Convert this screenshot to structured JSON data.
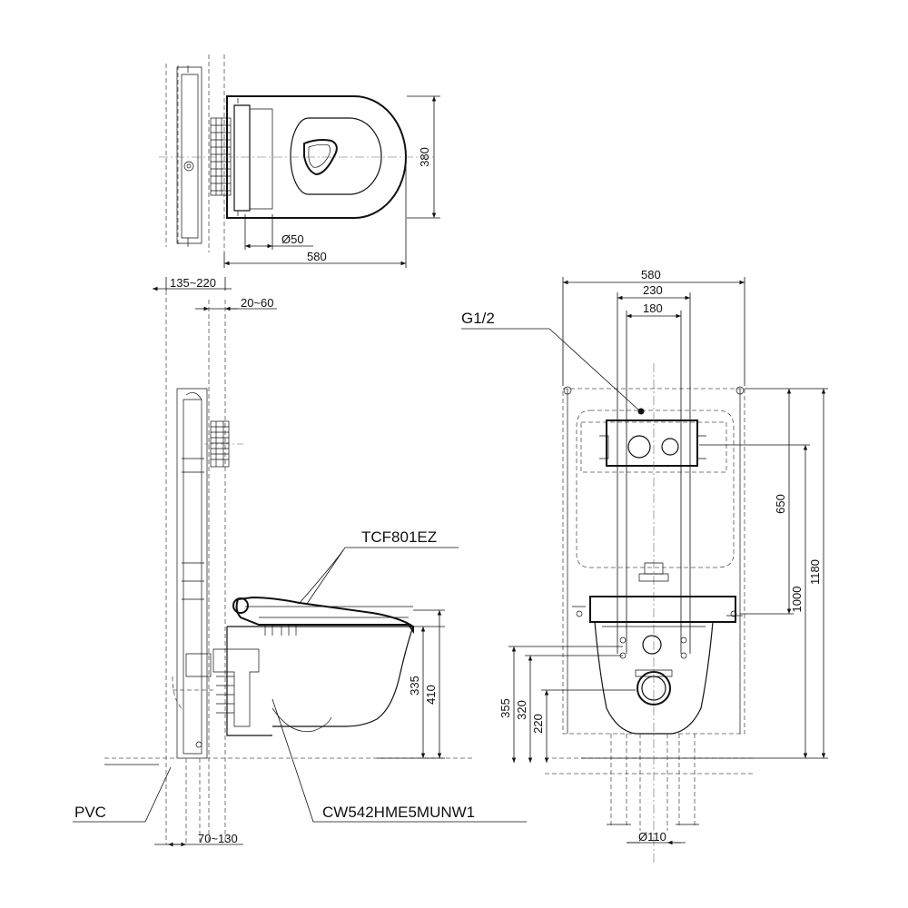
{
  "drawing": {
    "top_view": {
      "dim_width": "580",
      "dim_depth": "380",
      "dim_pipe": "Ø50"
    },
    "side_view": {
      "dim_wall_top": "135~220",
      "dim_offset": "20~60",
      "dim_bottom": "70~130",
      "dim_rim": "335",
      "dim_top": "410",
      "label_seat": "TCF801EZ",
      "label_bowl": "CW542HME5MUNW1",
      "label_pipe": "PVC"
    },
    "front_view": {
      "dim_frame": "580",
      "dim_plate": "230",
      "dim_bolts": "180",
      "label_inlet": "G1/2",
      "dim_plate_height": "650",
      "dim_total": "1000",
      "dim_frame_height": "1180",
      "dim_355": "355",
      "dim_320": "320",
      "dim_220": "220",
      "dim_outlet": "Ø110"
    }
  }
}
